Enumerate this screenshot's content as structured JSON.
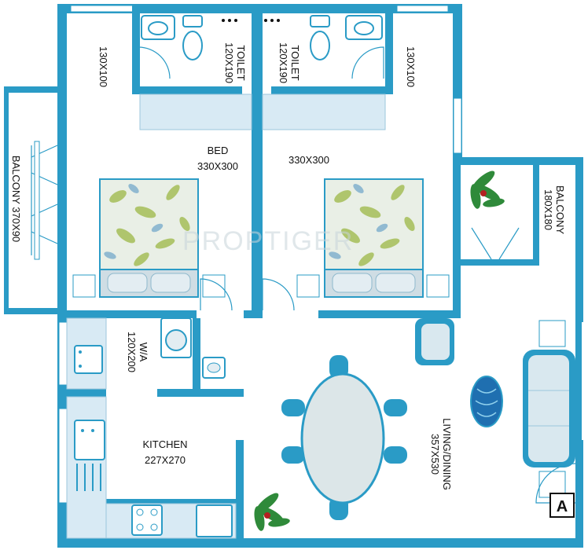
{
  "labels": {
    "toilet_left_name": "TOILET",
    "toilet_left_size": "120X190",
    "toilet_right_name": "TOILET",
    "toilet_right_size": "120X190",
    "bed_left_size_1": "130X100",
    "bed_right_size_1": "130X100",
    "bed_left_name": "BED",
    "bed_left_size_2": "330X300",
    "bed_right_size_2": "330X300",
    "balcony_left": "BALCONY 370X90",
    "balcony_right_name": "BALCONY",
    "balcony_right_size": "180X180",
    "wa_name": "W/A",
    "wa_size": "120X200",
    "kitchen_name": "KITCHEN",
    "kitchen_size": "227X270",
    "living_name": "LIVING/DINING",
    "living_size": "357X530",
    "watermark": "PROPTIGER",
    "north_marker": "A"
  },
  "colors": {
    "wall": "#2a9bc6",
    "floor": "#ffffff",
    "tile": "#d8eaf4",
    "furniture_fill": "#d9e8ef",
    "plant": "#2f8a3a"
  }
}
